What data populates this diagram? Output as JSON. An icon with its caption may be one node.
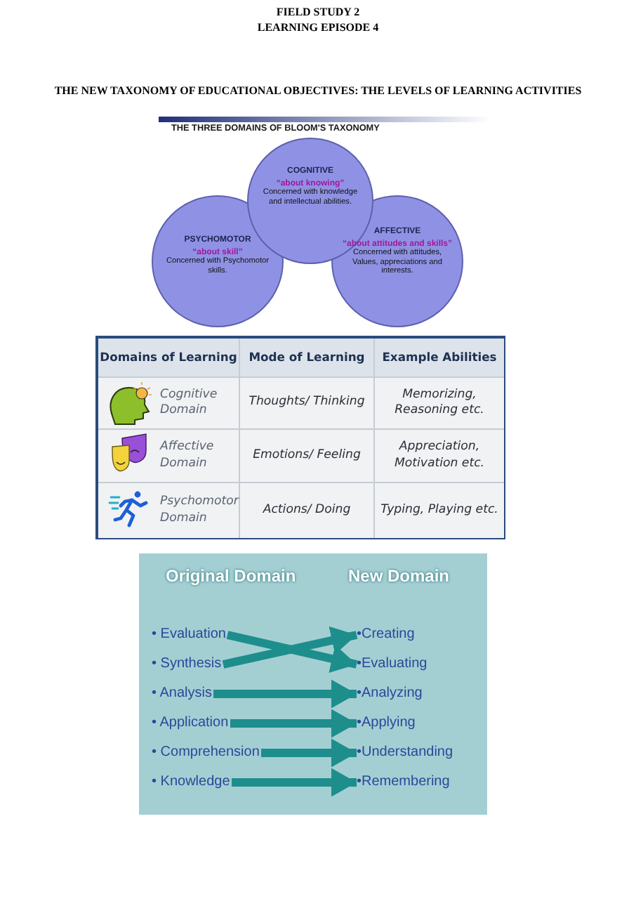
{
  "diagram": {
    "nodes": [
      {
        "text": [
          "COGNITIVE",
          "“about knowing”",
          "Concerned with knowledge and intellectual abilities."
        ]
      },
      {
        "text": [
          "PSYCHOMOTOR",
          "“about skill”",
          "Concerned with Psychomotor skills."
        ]
      },
      {
        "text": [
          "AFFECTIVE",
          "“about attitudes and skills”",
          "Concerned with attitudes, Values, appreciations and interests."
        ]
      },
      {
        "text": [
          "• Evaluation"
        ]
      },
      {
        "text": [
          "• Synthesis"
        ]
      },
      {
        "text": [
          "• Analysis"
        ]
      },
      {
        "text": [
          "• Application"
        ]
      },
      {
        "text": [
          "• Comprehension"
        ]
      },
      {
        "text": [
          "• Knowledge"
        ]
      },
      {
        "text": [
          "•Creating"
        ]
      },
      {
        "text": [
          "•Evaluating"
        ]
      },
      {
        "text": [
          "•Analyzing"
        ]
      },
      {
        "text": [
          "•Applying"
        ]
      },
      {
        "text": [
          "•Understanding"
        ]
      },
      {
        "text": [
          "•Remembering"
        ]
      }
    ],
    "edges": [
      {
        "from": 3,
        "to": 10,
        "arrow": "to"
      },
      {
        "from": 4,
        "to": 9,
        "arrow": "to"
      },
      {
        "from": 5,
        "to": 11,
        "arrow": "to"
      },
      {
        "from": 6,
        "to": 12,
        "arrow": "to"
      },
      {
        "from": 7,
        "to": 13,
        "arrow": "to"
      },
      {
        "from": 8,
        "to": 14,
        "arrow": "to"
      }
    ],
    "labels": [
      "FIELD STUDY 2",
      "LEARNING EPISODE 4",
      "THE NEW TAXONOMY OF EDUCATIONAL OBJECTIVES: THE LEVELS OF LEARNING ACTIVITIES",
      "THE THREE DOMAINS OF BLOOM'S TAXONOMY",
      "Domains of Learning",
      "Mode of Learning",
      "Example Abilities",
      "Cognitive Domain",
      "Thoughts/ Thinking",
      "Memorizing, Reasoning etc.",
      "Affective Domain",
      "Emotions/ Feeling",
      "Appreciation, Motivation etc.",
      "Psychomotor Domain",
      "Actions/ Doing",
      "Typing, Playing etc.",
      "Original Domain",
      "New Domain"
    ]
  }
}
